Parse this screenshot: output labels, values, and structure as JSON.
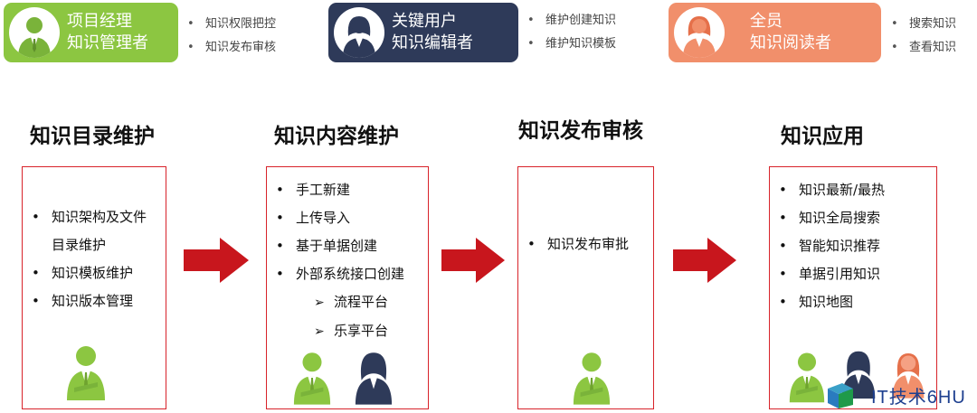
{
  "roles": [
    {
      "line1": "项目经理",
      "line2": "知识管理者",
      "color": "#8cc641",
      "icon": "male-manager-icon",
      "bullets": [
        "知识权限把控",
        "知识发布审核"
      ]
    },
    {
      "line1": "关键用户",
      "line2": "知识编辑者",
      "color": "#2e3a59",
      "icon": "female-editor-icon",
      "bullets": [
        "维护创建知识",
        "维护知识模板"
      ]
    },
    {
      "line1": "全员",
      "line2": "知识阅读者",
      "color": "#f18f6b",
      "icon": "female-reader-icon",
      "bullets": [
        "搜索知识",
        "查看知识"
      ]
    }
  ],
  "stages": [
    {
      "title": "知识目录维护",
      "items": [
        "知识架构及文件",
        "目录维护",
        "知识模板维护",
        "知识版本管理"
      ]
    },
    {
      "title": "知识内容维护",
      "items": [
        "手工新建",
        "上传导入",
        "基于单据创建",
        "外部系统接口创建"
      ],
      "subitems": [
        "流程平台",
        "乐享平台"
      ]
    },
    {
      "title": "知识发布审核",
      "items": [
        "知识发布审批"
      ]
    },
    {
      "title": "知识应用",
      "items": [
        "知识最新/最热",
        "知识全局搜索",
        "智能知识推荐",
        "单据引用知识",
        "知识地图"
      ]
    }
  ],
  "colors": {
    "arrow": "#c8161d",
    "box_border": "#d8232a",
    "manager": "#8cc641",
    "editor": "#2e3a59",
    "reader": "#f18f6b"
  },
  "watermark": "IT技术6HU"
}
